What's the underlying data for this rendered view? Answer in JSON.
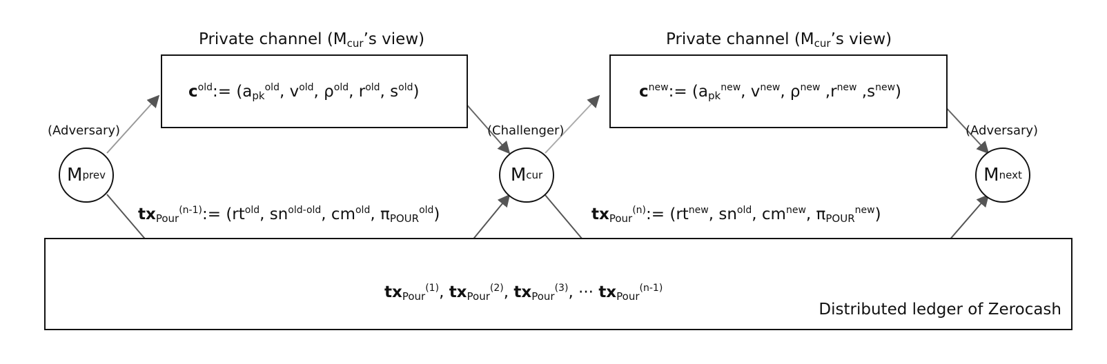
{
  "channels": {
    "left": {
      "title_prefix": "Private channel (M",
      "title_sub": "cur",
      "title_suffix": "’s view)",
      "c_label": "c",
      "c_sup": "old",
      "assign": ":= (a",
      "a_sub": "pk",
      "a_sup": "old",
      "v": ", v",
      "v_sup": "old",
      "rho": ", ρ",
      "rho_sup": "old",
      "r": ", r",
      "r_sup": "old",
      "s": ", s",
      "s_sup": "old",
      "close": ")"
    },
    "right": {
      "title_prefix": "Private channel (M",
      "title_sub": "cur",
      "title_suffix": "’s view)",
      "c_label": "c",
      "c_sup": "new",
      "assign": ":= (a",
      "a_sub": "pk",
      "a_sup": "new",
      "v": ", v",
      "v_sup": "new",
      "rho": ", ρ",
      "rho_sup": "new",
      "r": " ,r",
      "r_sup": "new",
      "s": " ,s",
      "s_sup": "new",
      "close": ")"
    }
  },
  "nodes": {
    "prev": {
      "role": "(Adversary)",
      "main": "M",
      "sub": "prev"
    },
    "cur": {
      "role": "(Challenger)",
      "main": "M",
      "sub": "cur"
    },
    "next": {
      "role": "(Adversary)",
      "main": "M",
      "sub": "next"
    }
  },
  "tx": {
    "left": {
      "tx": "tx",
      "pour": "Pour",
      "idx": "(n-1)",
      "open": ":= (rt",
      "rt_sup": "old",
      "sn": ", sn",
      "sn_sup": "old-old",
      "cm": ", cm",
      "cm_sup": "old",
      "pi": ", π",
      "pi_sub": "POUR",
      "pi_sup": "old",
      "close": ")"
    },
    "right": {
      "tx": "tx",
      "pour": "Pour",
      "idx": "(n)",
      "open": ":= (rt",
      "rt_sup": "new",
      "sn": ", sn",
      "sn_sup": "old",
      "cm": ", cm",
      "cm_sup": "new",
      "pi": ", π",
      "pi_sub": "POUR",
      "pi_sup": "new",
      "close": ")"
    }
  },
  "ledger": {
    "label": "Distributed ledger of Zerocash",
    "items": [
      {
        "tx": "tx",
        "pour": "Pour",
        "idx": "(1)",
        "sep": ", "
      },
      {
        "tx": "tx",
        "pour": "Pour",
        "idx": "(2)",
        "sep": ", "
      },
      {
        "tx": "tx",
        "pour": "Pour",
        "idx": "(3)",
        "sep": ", ··· "
      },
      {
        "tx": "tx",
        "pour": "Pour",
        "idx": "(n-1)",
        "sep": ""
      }
    ]
  }
}
